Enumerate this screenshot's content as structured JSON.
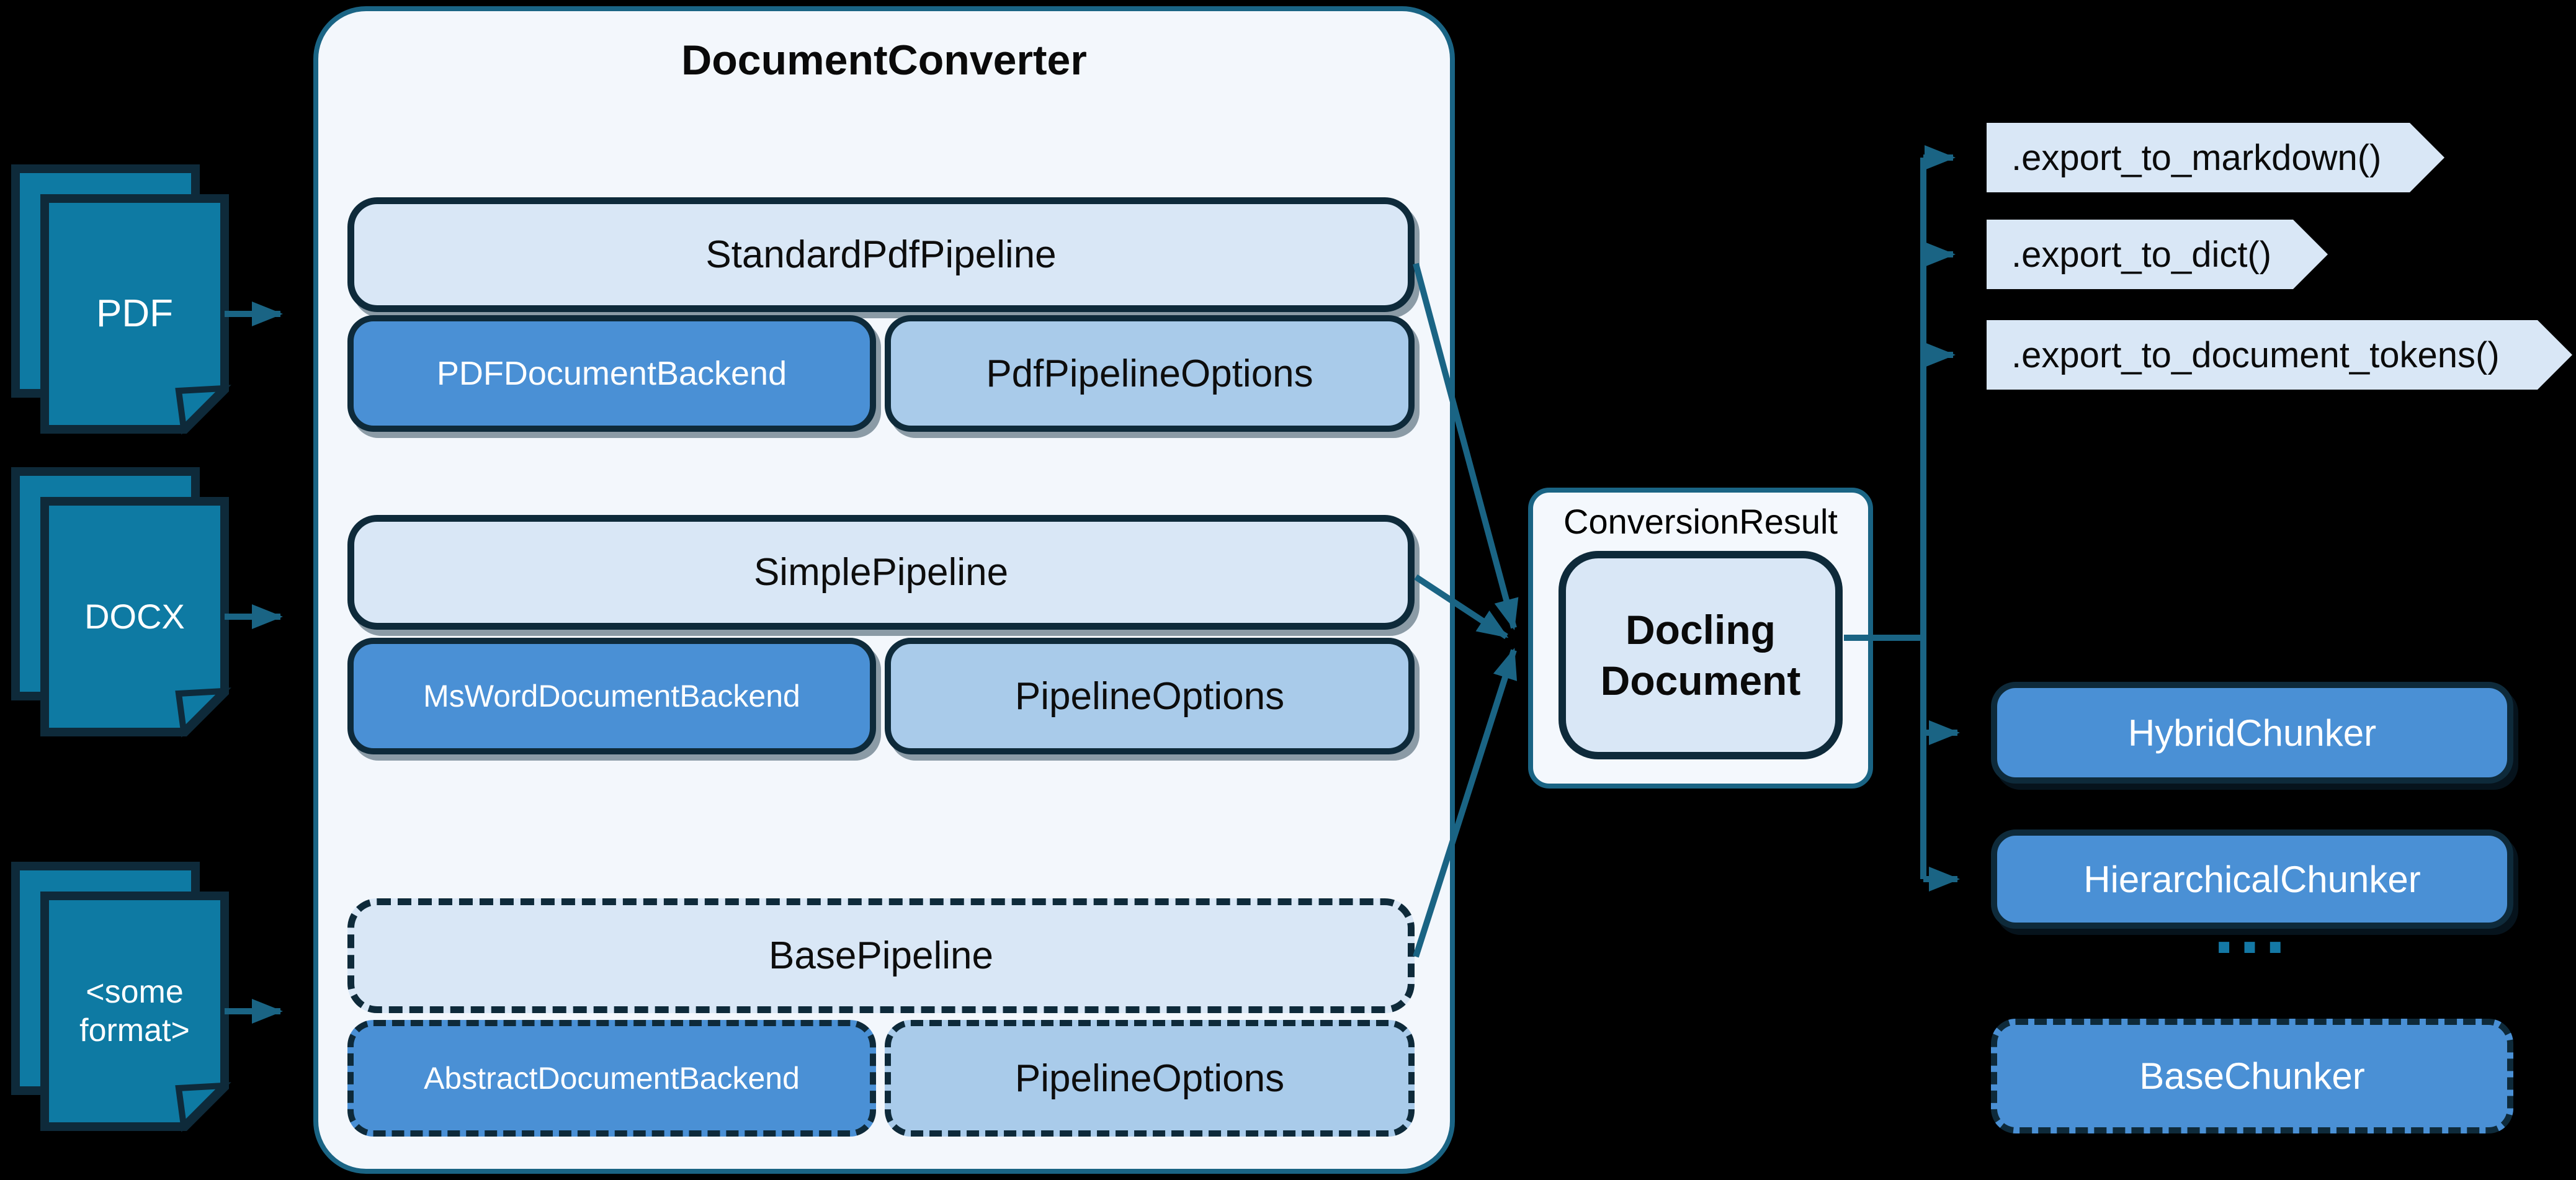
{
  "colors": {
    "background": "#000000",
    "teal_line": "#1a6484",
    "doc_fill": "#0e7aa3",
    "dark_border": "#0e2a3a",
    "panel_fill": "#f3f7fc",
    "light_box_fill": "#d9e7f6",
    "mid_blue_fill": "#4a90d5",
    "pale_blue_fill": "#a9cbea",
    "result_fill": "#f4f8fd",
    "dots": "#1478a5"
  },
  "inputs": {
    "items": [
      {
        "label": "PDF"
      },
      {
        "label": "DOCX"
      },
      {
        "label": "<some format>"
      }
    ],
    "ellipsis": "..."
  },
  "converter": {
    "title": "DocumentConverter",
    "groups": [
      {
        "pipeline": "StandardPdfPipeline",
        "backend": "PDFDocumentBackend",
        "options": "PdfPipelineOptions"
      },
      {
        "pipeline": "SimplePipeline",
        "backend": "MsWordDocumentBackend",
        "options": "PipelineOptions"
      },
      {
        "pipeline": "BasePipeline",
        "backend": "AbstractDocumentBackend",
        "options": "PipelineOptions"
      }
    ],
    "ellipsis": "..."
  },
  "result": {
    "label": "ConversionResult",
    "document": "Docling Document"
  },
  "exports": {
    "methods": [
      ".export_to_markdown()",
      ".export_to_dict()",
      ".export_to_document_tokens()"
    ],
    "ellipsis": "..."
  },
  "chunkers": {
    "items": [
      "HybridChunker",
      "HierarchicalChunker"
    ],
    "ellipsis": "...",
    "base": "BaseChunker"
  }
}
